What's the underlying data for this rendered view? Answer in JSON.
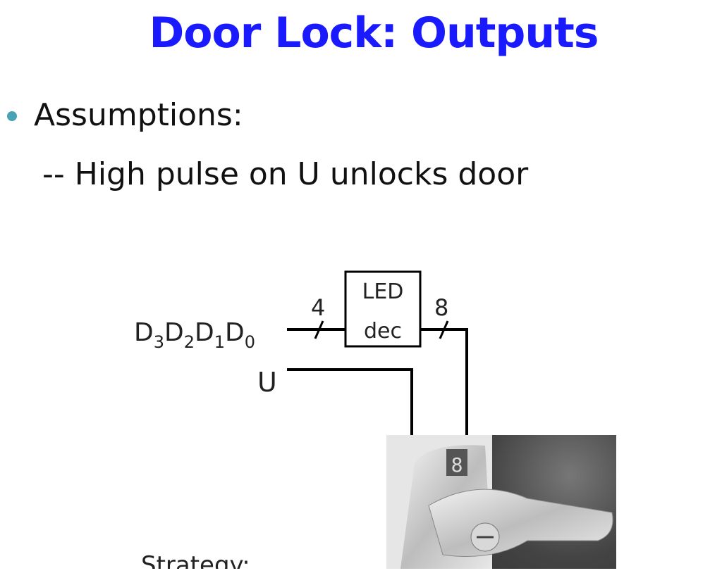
{
  "title": "Door Lock: Outputs",
  "bullets": [
    {
      "text": "Assumptions:"
    },
    {
      "text": "-- High pulse on U unlocks door"
    }
  ],
  "diagram": {
    "input_data_label": [
      "D",
      "3",
      "D",
      "2",
      "D",
      "1",
      "D",
      "0"
    ],
    "input_bus_width": "4",
    "block_label_line1": "LED",
    "block_label_line2": "dec",
    "output_bus_width": "8",
    "unlock_signal_label": "U"
  },
  "photo": {
    "display_digit": "8"
  },
  "footer_text": "Strategy:",
  "colors": {
    "title": "#1a1aff",
    "bullet": "#4aa3b5"
  }
}
